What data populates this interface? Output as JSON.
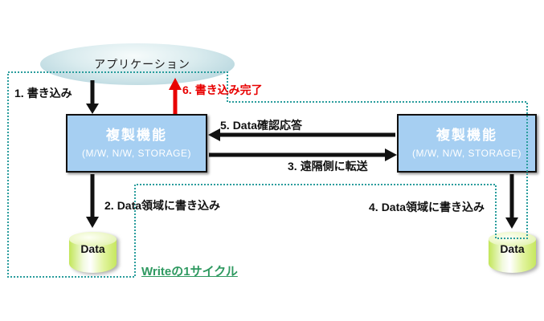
{
  "application": {
    "label": "アプリケーション"
  },
  "replication_left": {
    "title": "複製機能",
    "subtitle": "(M/W, N/W, STORAGE)"
  },
  "replication_right": {
    "title": "複製機能",
    "subtitle": "(M/W, N/W, STORAGE)"
  },
  "data_left": {
    "label": "Data"
  },
  "data_right": {
    "label": "Data"
  },
  "steps": [
    {
      "num": "1.",
      "text": "書き込み"
    },
    {
      "num": "2.",
      "text": "Data領域に書き込み"
    },
    {
      "num": "3.",
      "text": "遠隔側に転送"
    },
    {
      "num": "4.",
      "text": "Data領域に書き込み"
    },
    {
      "num": "5.",
      "text": "Data確認応答"
    },
    {
      "num": "6.",
      "text": "書き込み完了"
    }
  ],
  "cycle_caption": "Writeの1サイクル",
  "colors": {
    "dashed_border": "#2a9d9d",
    "node_fill": "#a6cff2",
    "highlight_red": "#e80000",
    "caption_green": "#2e9960",
    "arrow_black": "#111111",
    "cylinder_green": "#c6e75e"
  }
}
